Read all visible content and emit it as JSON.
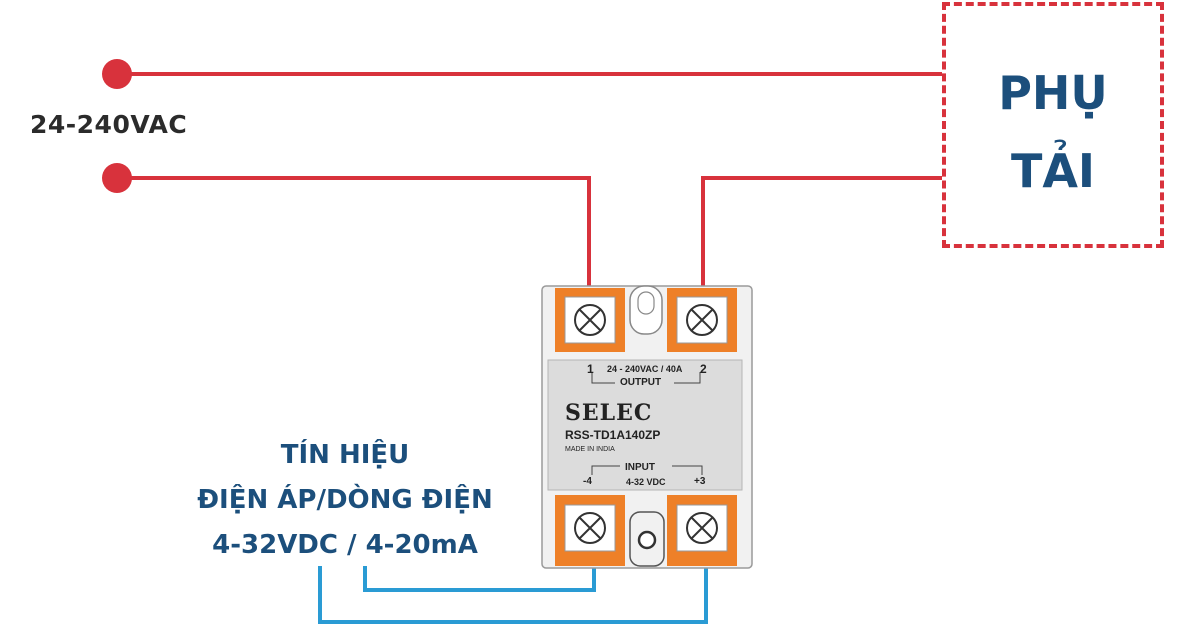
{
  "supply": {
    "label": "24-240VAC"
  },
  "load": {
    "line1": "PHỤ",
    "line2": "TẢI"
  },
  "signal": {
    "line1": "TÍN HIỆU",
    "line2": "ĐIỆN ÁP/DÒNG ĐIỆN",
    "line3": "4-32VDC / 4-20mA"
  },
  "relay": {
    "brand": "SELEC",
    "model": "RSS-TD1A140ZP",
    "origin": "MADE IN INDIA",
    "output_rating": "24 - 240VAC / 40A",
    "output_label": "OUTPUT",
    "terminal_1": "1",
    "terminal_2": "2",
    "input_label": "INPUT",
    "input_rating": "4-32 VDC",
    "terminal_neg": "-4",
    "terminal_pos": "+3"
  },
  "colors": {
    "power_wire": "#d8323c",
    "signal_wire": "#2a9bd4",
    "terminal": "#ee8028",
    "label_blue": "#1c4f7c"
  }
}
